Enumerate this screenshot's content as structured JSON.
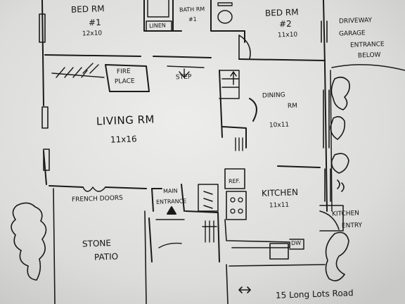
{
  "rooms": {
    "bedroom1": {
      "name": "BED RM",
      "number": "#1",
      "size": "12x10"
    },
    "bath": {
      "name": "BATH RM",
      "number": "#1",
      "linen": "LINEN"
    },
    "bedroom2": {
      "name": "BED RM",
      "number": "#2",
      "size": "11x10"
    },
    "fireplace": {
      "line1": "FIRE",
      "line2": "PLACE"
    },
    "step": "STEP",
    "living": {
      "name": "LIVING RM",
      "size": "11x16"
    },
    "dining": {
      "name1": "DINING",
      "name2": "RM",
      "size": "10x11"
    },
    "kitchen": {
      "name": "KITCHEN",
      "size": "11x11",
      "ref": "REF.",
      "dw": "DW"
    },
    "french_doors": "FRENCH DOORS",
    "main_entrance": {
      "line1": "MAIN",
      "line2": "ENTRANCE"
    },
    "kitchen_entry": {
      "line1": "KITCHEN",
      "line2": "ENTRY"
    },
    "stone_patio": {
      "line1": "STONE",
      "line2": "PATIO"
    },
    "driveway": {
      "line1": "DRIVEWAY",
      "line2": "GARAGE",
      "line3": "ENTRANCE",
      "line4": "BELOW"
    },
    "address": "15 Long Lots Road"
  }
}
